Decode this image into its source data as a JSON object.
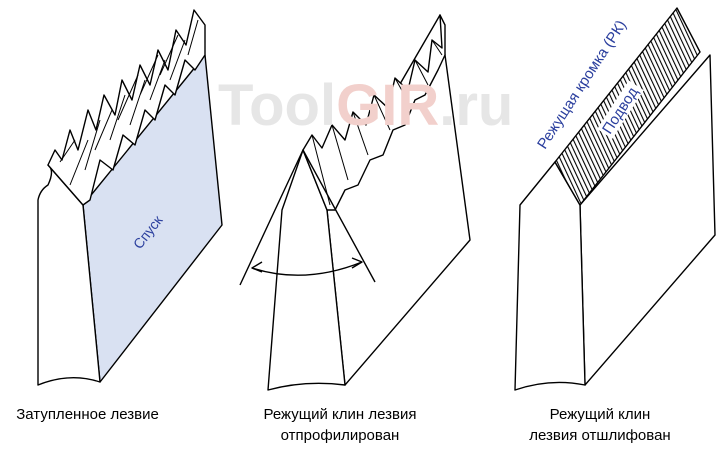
{
  "watermark": {
    "part1": "Tool",
    "part2": "GIR",
    "part3": ".ru"
  },
  "blades": [
    {
      "caption_line1": "Затупленное лезвие",
      "caption_line2": "",
      "face_label": "Спуск"
    },
    {
      "caption_line1": "Режущий клин лезвия",
      "caption_line2": "отпрофилирован"
    },
    {
      "caption_line1": "Режущий клин",
      "caption_line2": "лезвия отшлифован",
      "edge_label": "Режущая кромка (РК)",
      "band_label": "Подвод"
    }
  ],
  "colors": {
    "face_fill": "#d9e1f2",
    "label_blue": "#2b3f9e",
    "watermark_gray": "#e6e6e6",
    "watermark_pink": "#f2d0cc"
  }
}
